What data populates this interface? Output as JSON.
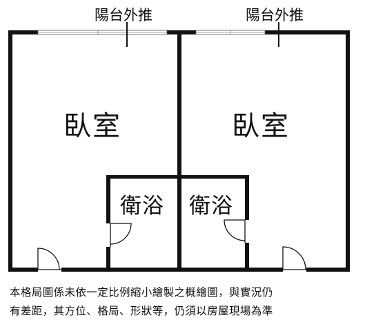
{
  "labels": {
    "balcony_left": "陽台外推",
    "balcony_right": "陽台外推",
    "bedroom_left": "臥室",
    "bedroom_right": "臥室",
    "bathroom_left": "衛浴",
    "bathroom_right": "衛浴"
  },
  "disclaimer": {
    "line1": "本格局圖係未依一定比例縮小繪製之概繪圖，與實況仍",
    "line2": "有差距，其方位、格局、形狀等，仍須以房屋現場為準"
  }
}
